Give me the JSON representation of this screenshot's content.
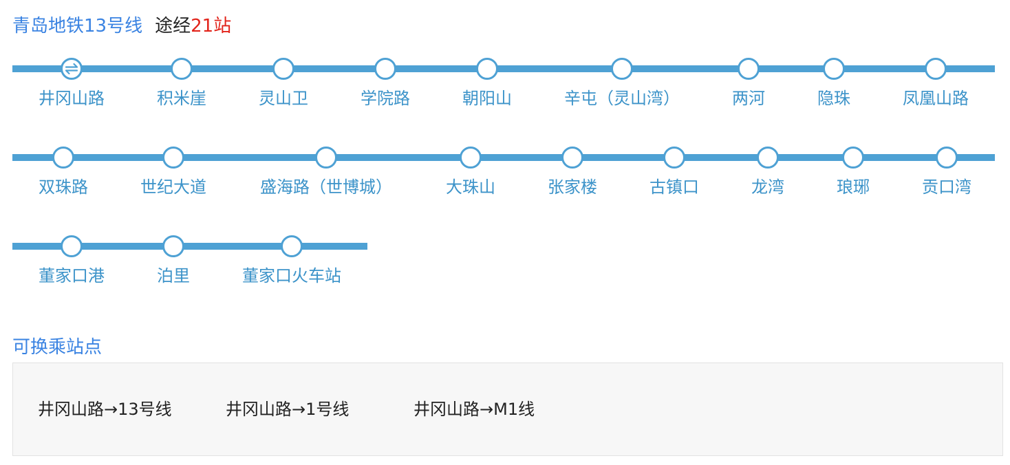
{
  "header": {
    "line_name": "青岛地铁13号线",
    "via_prefix": "途经",
    "station_count": 21,
    "station_suffix": "站"
  },
  "route": {
    "stations": [
      {
        "name": "井冈山路",
        "transfer": true,
        "icon": "transfer-icon"
      },
      {
        "name": "积米崖"
      },
      {
        "name": "灵山卫"
      },
      {
        "name": "学院路"
      },
      {
        "name": "朝阳山"
      },
      {
        "name": "辛屯（灵山湾）"
      },
      {
        "name": "两河"
      },
      {
        "name": "隐珠"
      },
      {
        "name": "凤凰山路"
      },
      {
        "name": "双珠路"
      },
      {
        "name": "世纪大道"
      },
      {
        "name": "盛海路（世博城）"
      },
      {
        "name": "大珠山"
      },
      {
        "name": "张家楼"
      },
      {
        "name": "古镇口"
      },
      {
        "name": "龙湾"
      },
      {
        "name": "琅琊"
      },
      {
        "name": "贡口湾"
      },
      {
        "name": "董家口港"
      },
      {
        "name": "泊里"
      },
      {
        "name": "董家口火车站"
      }
    ]
  },
  "transfer_section": {
    "title": "可换乘站点",
    "items": [
      "井冈山路→13号线",
      "井冈山路→1号线",
      "井冈山路→M1线"
    ]
  },
  "colors": {
    "accent": "#3a83e2",
    "line": "#4ea1d4",
    "station_label": "#3c93c9",
    "count": "#e2231a",
    "text": "#222222",
    "panel_bg": "#f7f7f7",
    "panel_border": "#e2e2e2"
  }
}
